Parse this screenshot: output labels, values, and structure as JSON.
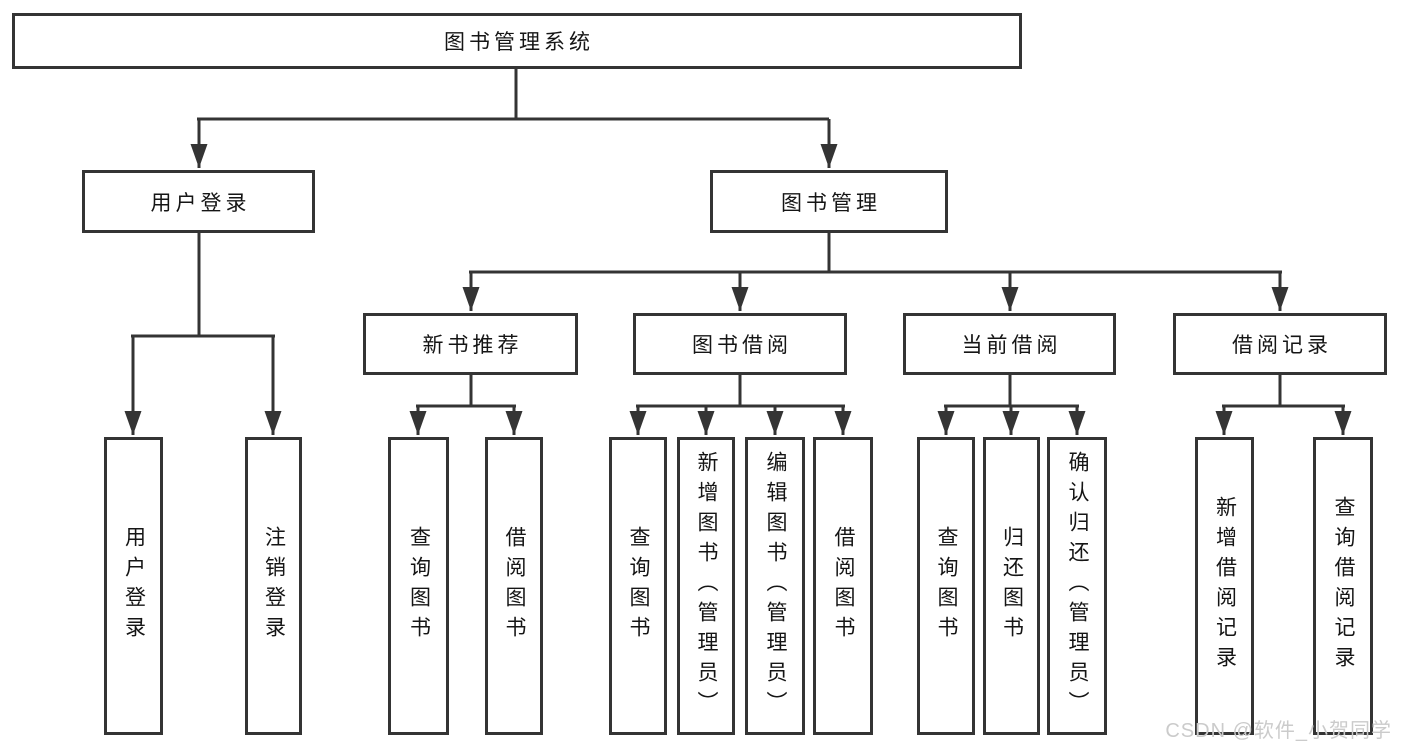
{
  "diagram": {
    "title_node": {
      "label": "图书管理系统"
    },
    "level2": [
      {
        "label": "用户登录"
      },
      {
        "label": "图书管理"
      }
    ],
    "level3": [
      {
        "label": "新书推荐"
      },
      {
        "label": "图书借阅"
      },
      {
        "label": "当前借阅"
      },
      {
        "label": "借阅记录"
      }
    ],
    "leaves": [
      {
        "parent": "用户登录",
        "label": "用户登录"
      },
      {
        "parent": "用户登录",
        "label": "注销登录"
      },
      {
        "parent": "新书推荐",
        "label": "查询图书"
      },
      {
        "parent": "新书推荐",
        "label": "借阅图书"
      },
      {
        "parent": "图书借阅",
        "label": "查询图书"
      },
      {
        "parent": "图书借阅",
        "label": "新增图书（管理员）"
      },
      {
        "parent": "图书借阅",
        "label": "编辑图书（管理员）"
      },
      {
        "parent": "图书借阅",
        "label": "借阅图书"
      },
      {
        "parent": "当前借阅",
        "label": "查询图书"
      },
      {
        "parent": "当前借阅",
        "label": "归还图书"
      },
      {
        "parent": "当前借阅",
        "label": "确认归还（管理员）"
      },
      {
        "parent": "借阅记录",
        "label": "新增借阅记录"
      },
      {
        "parent": "借阅记录",
        "label": "查询借阅记录"
      }
    ],
    "colors": {
      "line": "#343434",
      "text": "#151515",
      "background": "#ffffff",
      "watermark_text": "#cbcbcb"
    },
    "watermark": "CSDN @软件_小贺同学"
  }
}
